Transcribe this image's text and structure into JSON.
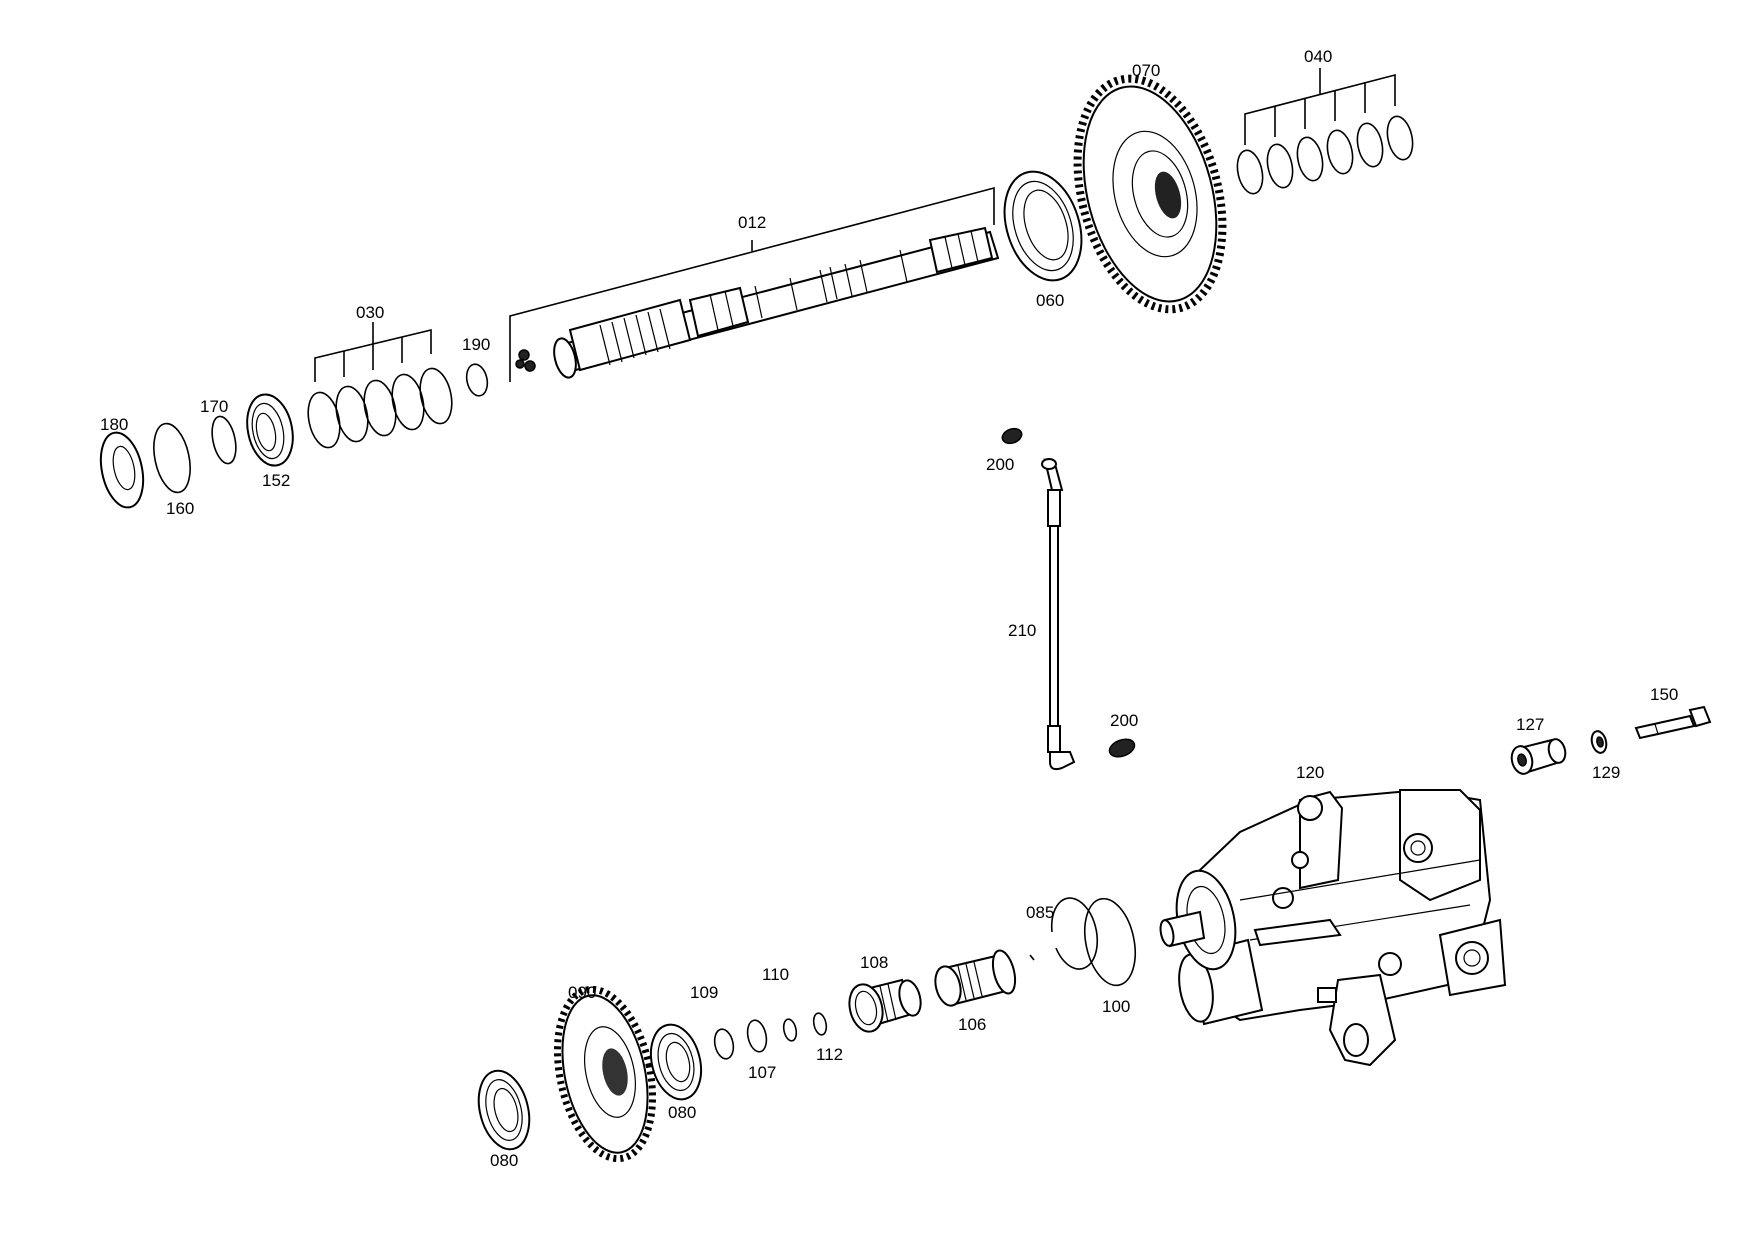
{
  "labels": {
    "p012": "012",
    "p030": "030",
    "p040": "040",
    "p060": "060",
    "p070": "070",
    "p080a": "080",
    "p080b": "080",
    "p085": "085",
    "p090": "090",
    "p100": "100",
    "p106": "106",
    "p107": "107",
    "p108": "108",
    "p109": "109",
    "p110": "110",
    "p112": "112",
    "p120": "120",
    "p127": "127",
    "p129": "129",
    "p150": "150",
    "p152": "152",
    "p160": "160",
    "p170": "170",
    "p180": "180",
    "p190": "190",
    "p200a": "200",
    "p200b": "200",
    "p210": "210"
  }
}
